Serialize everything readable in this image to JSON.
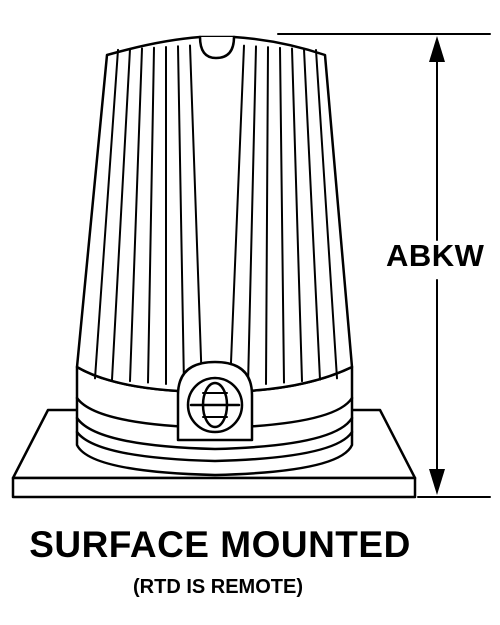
{
  "dimension_label": "ABKW",
  "caption": {
    "title": "SURFACE MOUNTED",
    "subtitle": "(RTD IS REMOTE)"
  }
}
